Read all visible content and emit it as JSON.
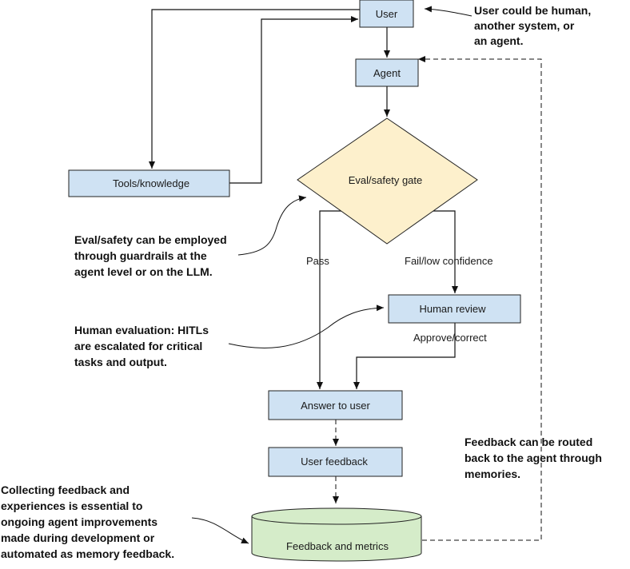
{
  "colors": {
    "box_fill": "#cfe2f3",
    "gate_fill": "#fdf0cc",
    "cylinder_fill": "#d5ecc9",
    "stroke": "#222222"
  },
  "nodes": {
    "user": "User",
    "agent": "Agent",
    "tools": "Tools/knowledge",
    "gate": "Eval/safety gate",
    "human_review": "Human review",
    "answer": "Answer to user",
    "user_feedback": "User feedback",
    "metrics": "Feedback and metrics"
  },
  "edges": {
    "pass": "Pass",
    "fail": "Fail/low confidence",
    "approve": "Approve/correct"
  },
  "annotations": {
    "user_note": [
      "User could be human,",
      "another system, or",
      "an agent."
    ],
    "gate_note": [
      "Eval/safety can be employed",
      "through guardrails at the",
      "agent level or on the LLM."
    ],
    "hitl_note": [
      "Human evaluation: HITLs",
      "are escalated for critical",
      "tasks and output."
    ],
    "routing_note": [
      "Feedback can be routed",
      "back to the agent through",
      "memories."
    ],
    "collect_note": [
      "Collecting feedback and",
      "experiences is essential to",
      "ongoing agent improvements",
      "made during development or",
      "automated as memory feedback."
    ]
  }
}
